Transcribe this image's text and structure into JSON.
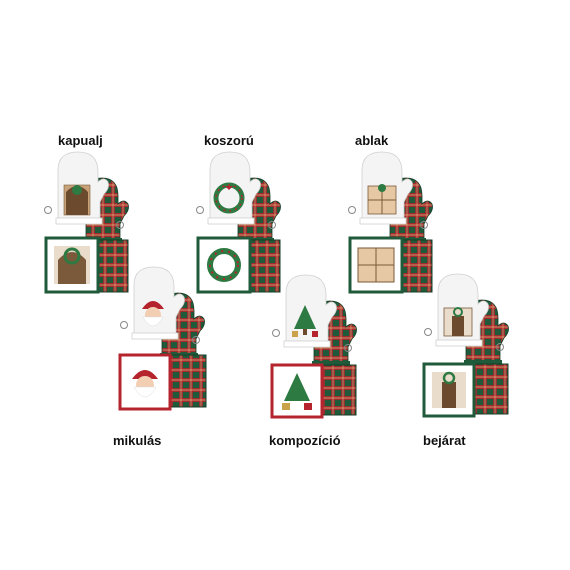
{
  "products": [
    {
      "label": "kapualj",
      "motif": "doorway-icon"
    },
    {
      "label": "koszorú",
      "motif": "wreath-icon"
    },
    {
      "label": "ablak",
      "motif": "window-icon"
    },
    {
      "label": "mikulás",
      "motif": "santa-icon"
    },
    {
      "label": "kompozíció",
      "motif": "christmas-tree-icon"
    },
    {
      "label": "bejárat",
      "motif": "entrance-icon"
    }
  ],
  "colors": {
    "plaid_green": "#1f5a3a",
    "plaid_red": "#b5242d",
    "mitt_white": "#f4f4f4",
    "accent_gold": "#c9a24a"
  }
}
